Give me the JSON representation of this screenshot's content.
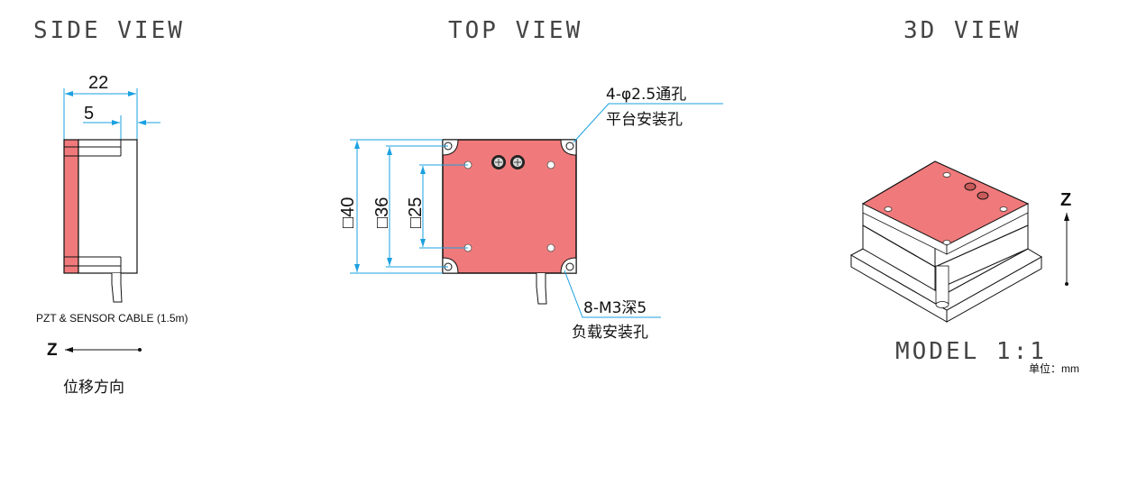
{
  "colors": {
    "stage_top": "#f07a7b",
    "dimension_line": "#1aa0e0",
    "outline": "#111111",
    "background": "#ffffff"
  },
  "side_view": {
    "title": "SIDE VIEW",
    "dim_overall_width": "22",
    "dim_offset": "5",
    "cable_label": "PZT & SENSOR CABLE (1.5m)",
    "axis_label": "Z",
    "direction_label": "位移方向"
  },
  "top_view": {
    "title": "TOP VIEW",
    "dim_outer": "□40",
    "dim_mount": "□36",
    "dim_load": "□25",
    "callout_mount_line1": "4-φ2.5通孔",
    "callout_mount_line2": "平台安装孔",
    "callout_load_line1": "8-M3深5",
    "callout_load_line2": "负载安装孔"
  },
  "view_3d": {
    "title": "3D VIEW",
    "axis_label": "Z",
    "scale_label": "MODEL 1:1",
    "unit_label": "单位：mm"
  }
}
